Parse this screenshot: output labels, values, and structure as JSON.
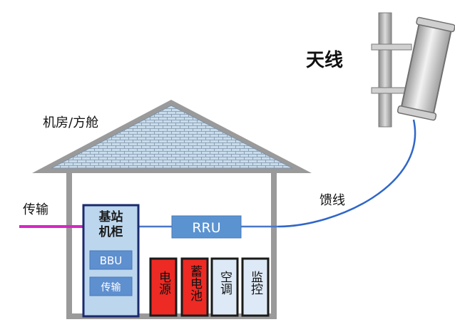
{
  "labels": {
    "antenna": "天线",
    "room": "机房/方舱",
    "feeder": "馈线",
    "transmission_outside": "传输",
    "rru": "RRU",
    "cabinet_line1": "基站",
    "cabinet_line2": "机柜",
    "bbu": "BBU",
    "transmission_inside": "传输",
    "power": "电源",
    "battery": "蓄电池",
    "aircon": "空调",
    "monitor": "监控"
  },
  "colors": {
    "house_outline": "#9a9a9a",
    "roof_fill": "#c8dcec",
    "cabinet_fill": "#bcd6ee",
    "cabinet_border": "#1a2a6c",
    "module_fill": "#5e8fcf",
    "rru_fill": "#5b93d1",
    "red_box_fill": "#ee2a24",
    "light_box_fill": "#dde9f6",
    "feeder_line": "#2f66c9",
    "transmission_line": "#d726c4",
    "pole": "#a8a8a8"
  },
  "icons": {
    "antenna": "panel-antenna-icon",
    "pole": "mast-pole-icon"
  }
}
